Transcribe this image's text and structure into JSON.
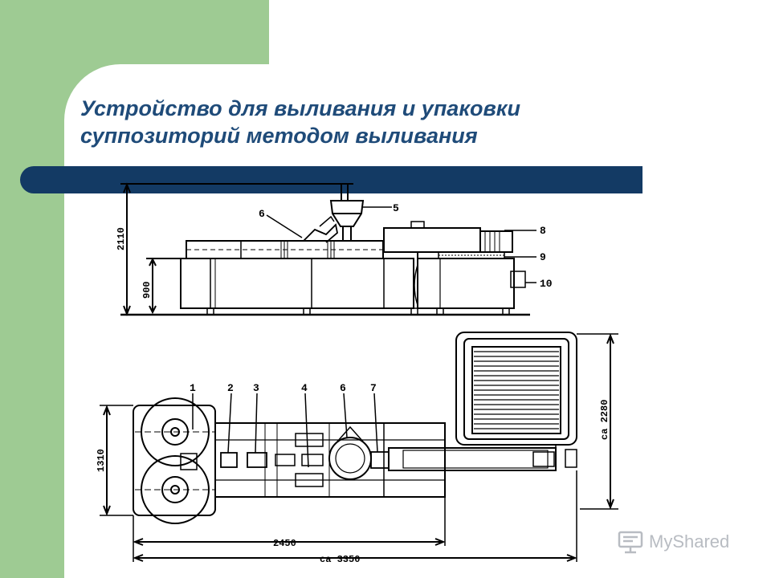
{
  "slide": {
    "title_line1": "Устройство для выливания и упаковки",
    "title_line2": "суппозиторий методом выливания"
  },
  "drawing": {
    "side_view": {
      "dimensions": [
        "2110",
        "900"
      ],
      "callouts": [
        "5",
        "6",
        "8",
        "9",
        "10"
      ]
    },
    "top_view": {
      "dimensions": [
        "1310",
        "ca 2280",
        "2450",
        "ca 3350"
      ],
      "callouts": [
        "1",
        "2",
        "3",
        "4",
        "6",
        "7"
      ]
    }
  },
  "watermark": {
    "text": "MyShared",
    "icon": "projector-screen-icon"
  },
  "colors": {
    "green_panel": "#9ecb93",
    "navy_bar": "#133a64",
    "title": "#1f4b79"
  }
}
